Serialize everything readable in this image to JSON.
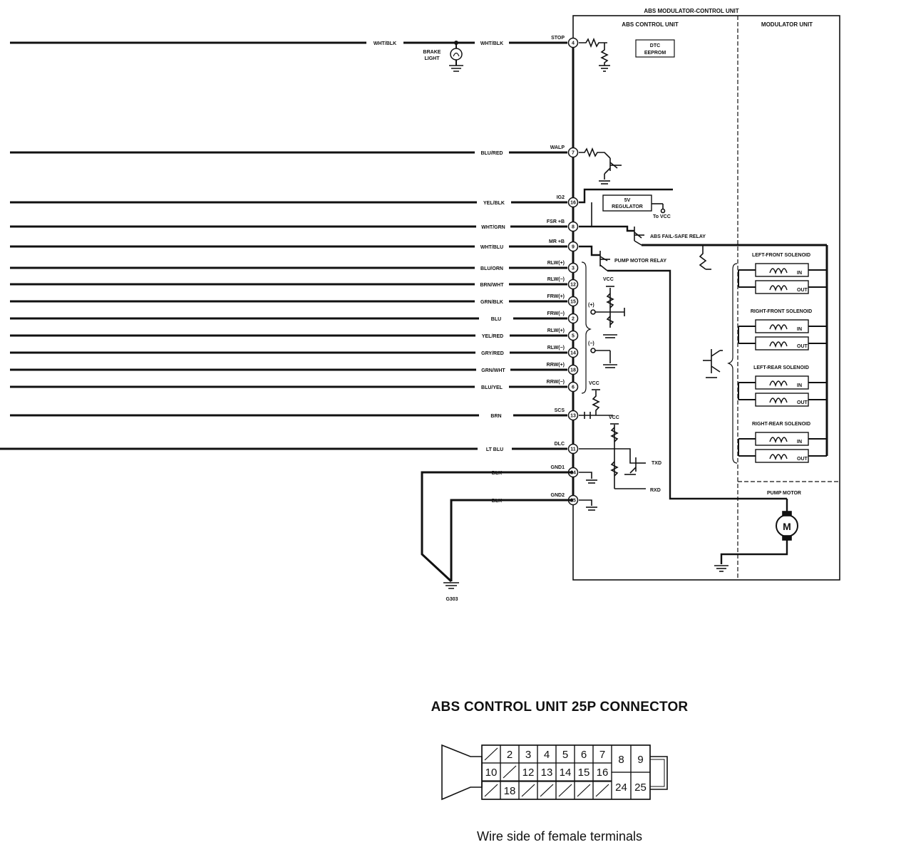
{
  "unit": {
    "outer_title": "ABS MODULATOR-CONTROL UNIT",
    "control_title": "ABS CONTROL UNIT",
    "modulator_title": "MODULATOR UNIT",
    "dtc_eeprom_lines": [
      "DTC",
      "EEPROM"
    ],
    "regulator_lines": [
      "5V",
      "REGULATOR"
    ],
    "to_vcc": "To VCC",
    "fail_safe_relay": "ABS FAIL-SAFE RELAY",
    "pump_motor_relay": "PUMP MOTOR RELAY",
    "vcc": "VCC",
    "plus_label": "(+)",
    "minus_label": "(−)",
    "txd": "TXD",
    "rxd": "RXD",
    "pump_motor": "PUMP MOTOR",
    "motor_symbol": "M"
  },
  "brake_light_lines": [
    "BRAKE",
    "LIGHT"
  ],
  "ground_label": "G303",
  "wires": [
    {
      "left_color": "WHT/BLK",
      "color": "WHT/BLK",
      "name": "STOP",
      "pin": "4"
    },
    {
      "color": "BLU/RED",
      "name": "WALP",
      "pin": "7"
    },
    {
      "color": "YEL/BLK",
      "name": "IG2",
      "pin": "16"
    },
    {
      "color": "WHT/GRN",
      "name": "FSR +B",
      "pin": "8"
    },
    {
      "color": "WHT/BLU",
      "name": "MR +B",
      "pin": "9"
    },
    {
      "color": "BLU/ORN",
      "name": "RLW(+)",
      "pin": "3"
    },
    {
      "color": "BRN/WHT",
      "name": "RLW(−)",
      "pin": "12"
    },
    {
      "color": "GRN/BLK",
      "name": "FRW(+)",
      "pin": "15"
    },
    {
      "color": "BLU",
      "name": "FRW(−)",
      "pin": "2"
    },
    {
      "color": "YEL/RED",
      "name": "RLW(+)",
      "pin": "5"
    },
    {
      "color": "GRY/RED",
      "name": "RLW(−)",
      "pin": "14"
    },
    {
      "color": "GRN/WHT",
      "name": "RRW(+)",
      "pin": "18"
    },
    {
      "color": "BLU/YEL",
      "name": "RRW(−)",
      "pin": "6"
    },
    {
      "color": "BRN",
      "name": "SCS",
      "pin": "13"
    },
    {
      "color": "LT BLU",
      "name": "DLC",
      "pin": "11"
    },
    {
      "color": "BLK",
      "name": "GND1",
      "pin": "24"
    },
    {
      "color": "BLK",
      "name": "GND2",
      "pin": "25"
    }
  ],
  "solenoids": [
    {
      "title": "LEFT-FRONT SOLENOID",
      "in": "IN",
      "out": "OUT"
    },
    {
      "title": "RIGHT-FRONT SOLENOID",
      "in": "IN",
      "out": "OUT"
    },
    {
      "title": "LEFT-REAR SOLENOID",
      "in": "IN",
      "out": "OUT"
    },
    {
      "title": "RIGHT-REAR SOLENOID",
      "in": "IN",
      "out": "OUT"
    }
  ],
  "connector": {
    "title": "ABS CONTROL UNIT 25P CONNECTOR",
    "caption": "Wire side of female terminals",
    "row1": [
      "",
      "2",
      "3",
      "4",
      "5",
      "6",
      "7"
    ],
    "row2": [
      "10",
      "",
      "12",
      "13",
      "14",
      "15",
      "16"
    ],
    "row3": [
      "",
      "18",
      "",
      "",
      "",
      "",
      ""
    ],
    "right_top": [
      "8",
      "9"
    ],
    "right_bottom": [
      "24",
      "25"
    ]
  }
}
